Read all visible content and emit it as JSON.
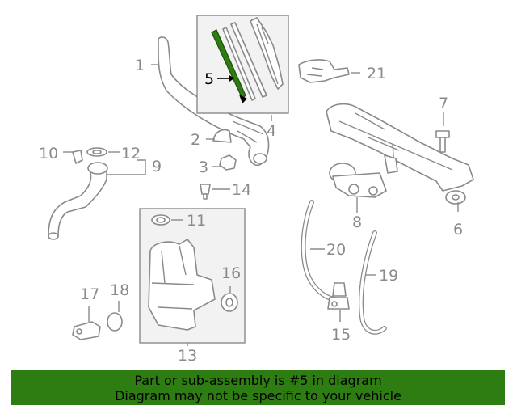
{
  "callouts": {
    "p1": "1",
    "p2": "2",
    "p3": "3",
    "p4": "4",
    "p5": "5",
    "p6": "6",
    "p7": "7",
    "p8": "8",
    "p9": "9",
    "p10": "10",
    "p11": "11",
    "p12": "12",
    "p13": "13",
    "p14": "14",
    "p15": "15",
    "p16": "16",
    "p17": "17",
    "p18": "18",
    "p19": "19",
    "p20": "20",
    "p21": "21"
  },
  "highlight": {
    "part": "5",
    "color": "#2e7d12"
  },
  "banner": {
    "line1": "Part or sub-assembly is #5 in diagram",
    "line2": "Diagram may not be specific to your vehicle",
    "color": "#2e7d12"
  }
}
